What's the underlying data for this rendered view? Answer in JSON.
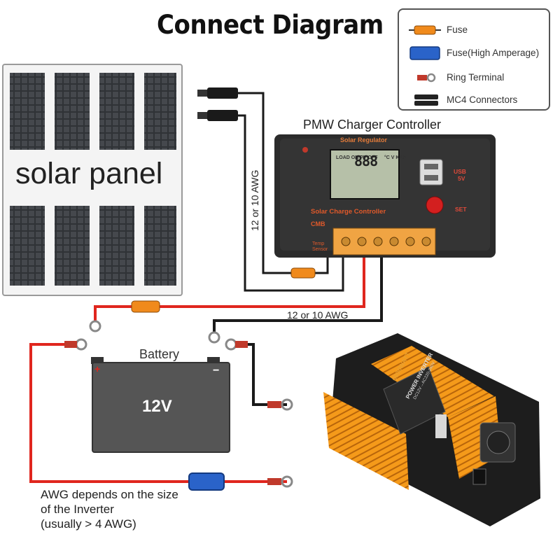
{
  "title": "Connect Diagram",
  "legend": {
    "items": [
      {
        "label": "Fuse",
        "symbol": "fuse",
        "color": "#f08a1c"
      },
      {
        "label": "Fuse(High Amperage)",
        "symbol": "high-amp-fuse",
        "color": "#2a63c9"
      },
      {
        "label": "Ring Terminal",
        "symbol": "ring-terminal",
        "color": "#c0392b"
      },
      {
        "label": "MC4 Connectors",
        "symbol": "mc4-connector",
        "color": "#222222"
      }
    ]
  },
  "solar_panel": {
    "label": "solar panel"
  },
  "controller": {
    "title": "PMW Charger Controller",
    "top_label": "Solar Regulator",
    "lcd_left": "LOAD ON PV OFF",
    "lcd_digits": "888",
    "lcd_units": "°C V KAh",
    "body_label": "Solar Charge Controller",
    "model": "CMB",
    "usb_label": "USB",
    "usb_voltage": "5V",
    "set_label": "SET",
    "temp_label": "Temp Sensor"
  },
  "wire_labels": {
    "panel_to_controller": "12 or 10 AWG",
    "controller_to_battery": "12 or 10 AWG"
  },
  "battery": {
    "label": "Battery",
    "voltage": "12V",
    "positive": "+",
    "negative": "−"
  },
  "inverter": {
    "brand": "6000WATT",
    "title": "POWER INVERTER",
    "spec": "DC12V→AC220-240V"
  },
  "note": {
    "lines": [
      "AWG depends on the size",
      "of the Inverter",
      "(usually  > 4 AWG)"
    ]
  },
  "colors": {
    "red_wire": "#e0261e",
    "black_wire": "#1a1a1a",
    "fuse_orange": "#f08a1c",
    "fuse_blue": "#2a63c9",
    "inverter_orange": "#f59a1a",
    "battery_body": "#555555"
  }
}
